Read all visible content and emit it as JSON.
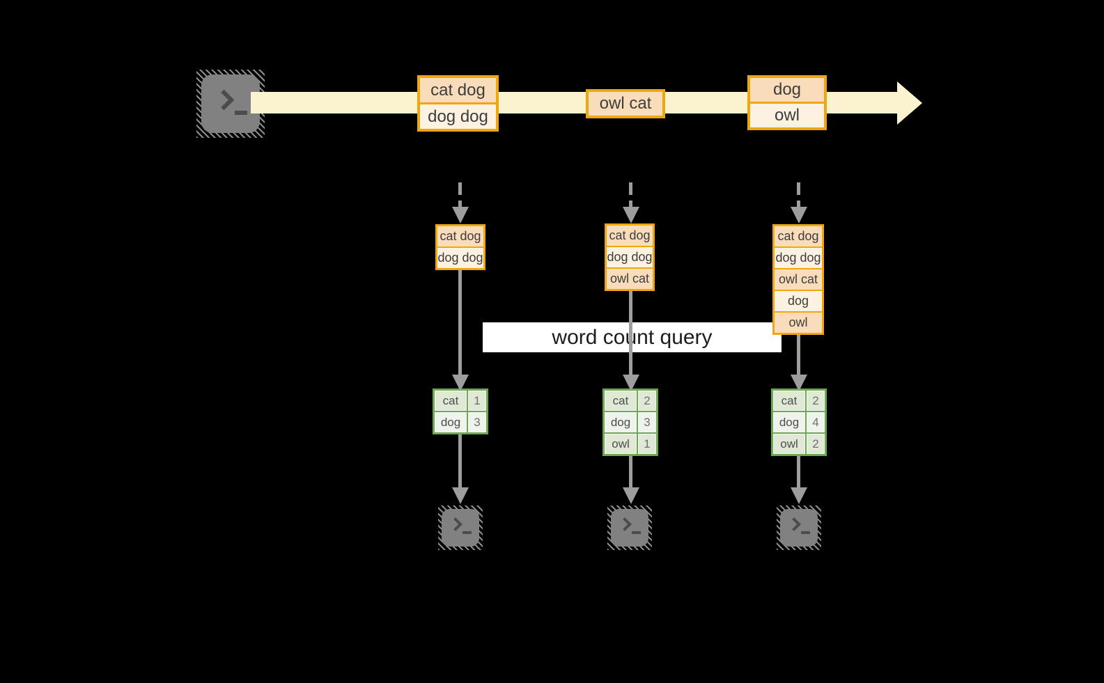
{
  "banner": {
    "label": "word count query"
  },
  "stream": {
    "source_icon": "terminal-icon",
    "batches": [
      {
        "messages": [
          "cat dog",
          "dog dog"
        ]
      },
      {
        "messages": [
          "owl cat"
        ]
      },
      {
        "messages": [
          "dog",
          "owl"
        ]
      }
    ]
  },
  "columns": [
    {
      "batch": [
        "cat dog",
        "dog dog"
      ],
      "counts": [
        {
          "word": "cat",
          "count": "1"
        },
        {
          "word": "dog",
          "count": "3"
        }
      ],
      "sink_icon": "terminal-icon"
    },
    {
      "batch": [
        "cat dog",
        "dog dog",
        "owl cat"
      ],
      "counts": [
        {
          "word": "cat",
          "count": "2"
        },
        {
          "word": "dog",
          "count": "3"
        },
        {
          "word": "owl",
          "count": "1"
        }
      ],
      "sink_icon": "terminal-icon"
    },
    {
      "batch": [
        "cat dog",
        "dog dog",
        "owl cat",
        "dog",
        "owl"
      ],
      "counts": [
        {
          "word": "cat",
          "count": "2"
        },
        {
          "word": "dog",
          "count": "4"
        },
        {
          "word": "owl",
          "count": "2"
        }
      ],
      "sink_icon": "terminal-icon"
    }
  ],
  "colors": {
    "stream_band": "#FBF2CF",
    "box_border": "#F0A60E",
    "box_fill_peach": "#F9DCBA",
    "box_fill_cream": "#FDF2E2",
    "table_border": "#6BAA4E",
    "table_row_dark": "#DFE9D5",
    "table_row_light": "#EEF3EB",
    "arrow_gray": "#9E9E9E",
    "banner_bg": "#FFFFFF",
    "terminal_gray": "#818181"
  }
}
